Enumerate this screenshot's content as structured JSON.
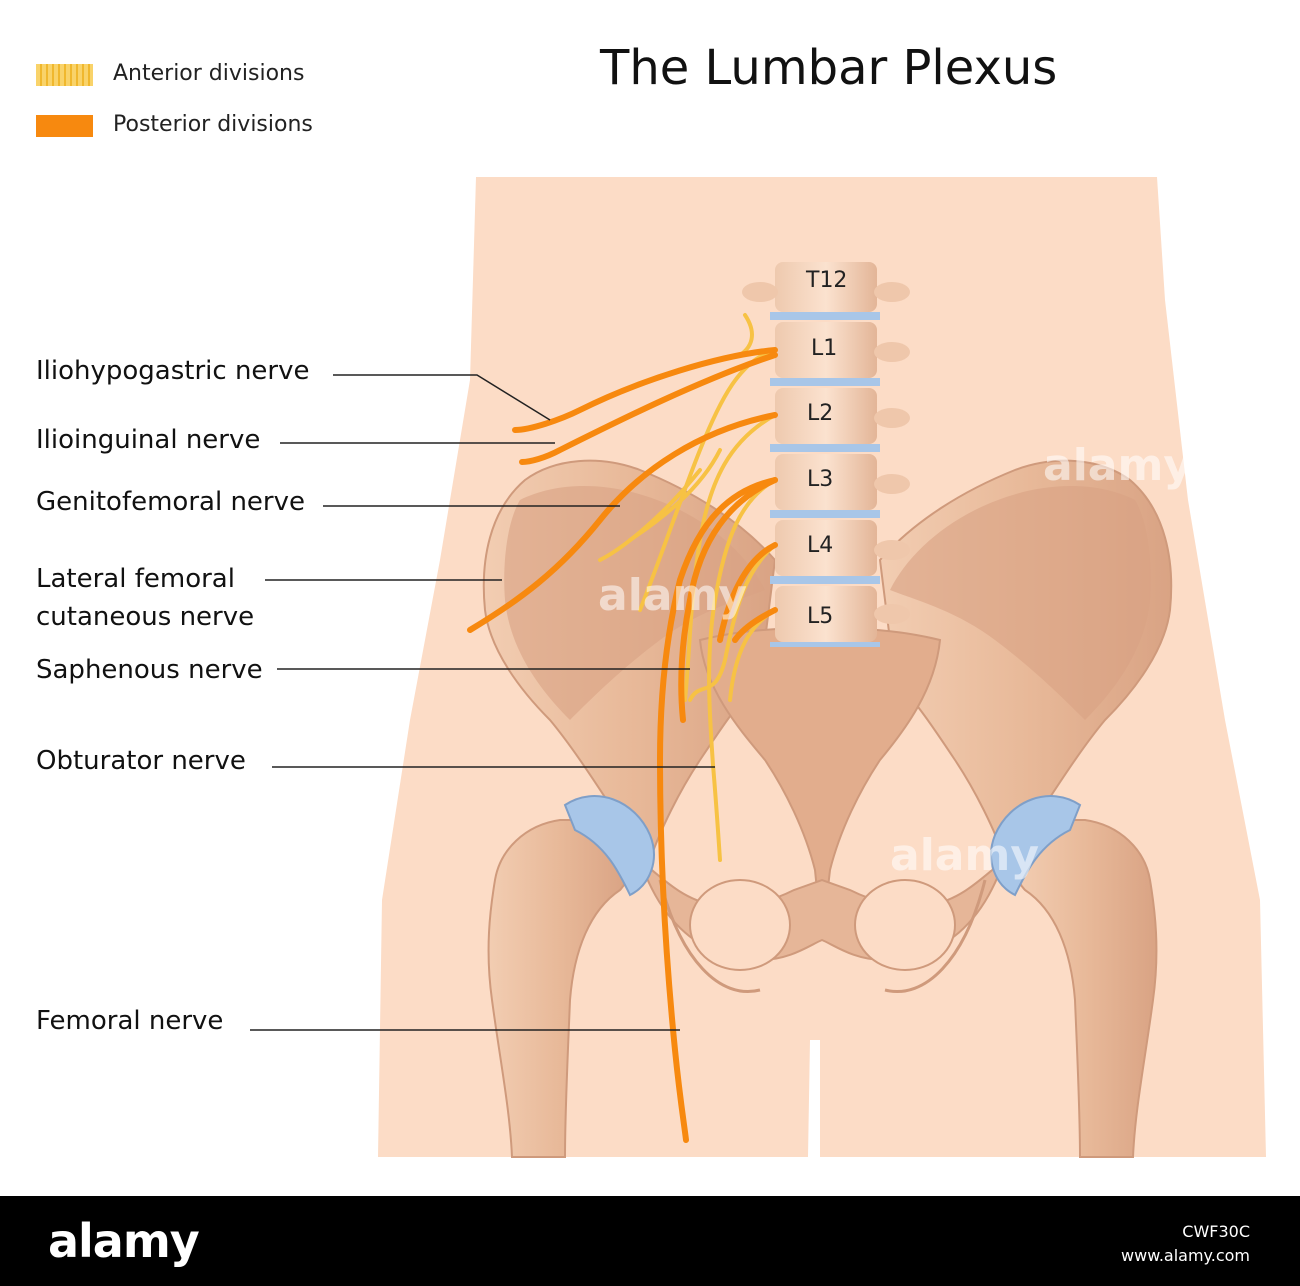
{
  "title": "The Lumbar Plexus",
  "legend": [
    {
      "label": "Anterior divisions",
      "color": "#f7c244",
      "pattern": "striped"
    },
    {
      "label": "Posterior divisions",
      "color": "#f7890f",
      "pattern": "solid"
    }
  ],
  "vertebrae": [
    "T12",
    "L1",
    "L2",
    "L3",
    "L4",
    "L5"
  ],
  "nerve_labels": [
    "Iliohypogastric nerve",
    "Ilioinguinal nerve",
    "Genitofemoral nerve",
    "Lateral femoral",
    "cutaneous nerve",
    "Saphenous nerve",
    "Obturator nerve",
    "Femoral nerve"
  ],
  "watermark": "alamy",
  "footer": {
    "logo": "alamy",
    "image_id": "CWF30C",
    "url": "www.alamy.com"
  },
  "colors": {
    "skin": "#fbd9c2",
    "bone": "#e6b698",
    "bone_shadow": "#c99277",
    "disc": "#a8c6e8",
    "posterior_nerve": "#f7890f",
    "anterior_nerve": "#f7c244"
  }
}
